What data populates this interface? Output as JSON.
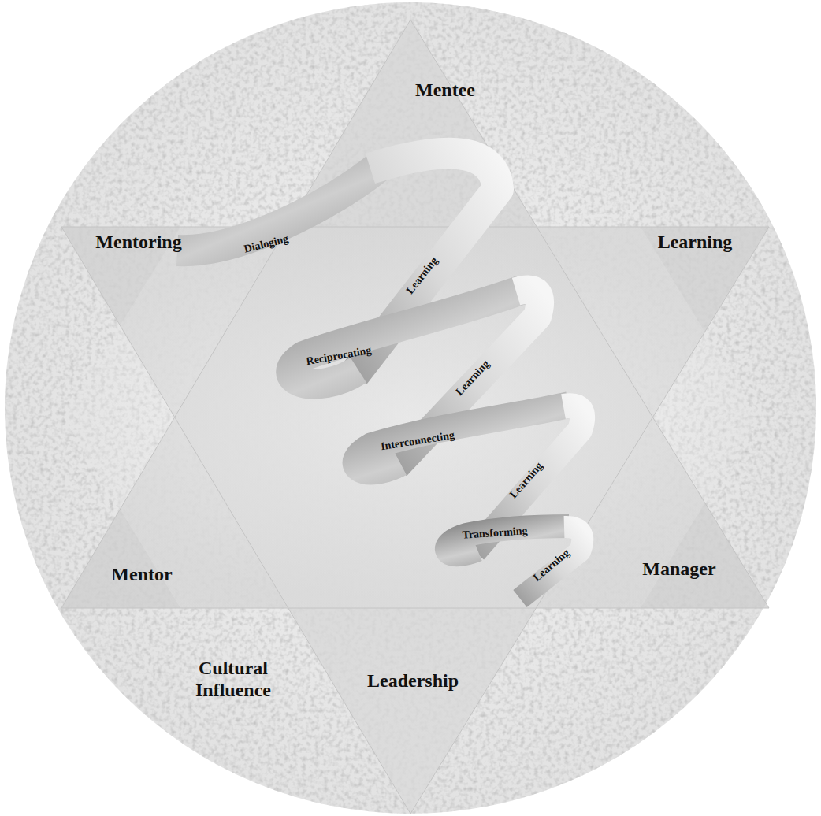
{
  "diagram": {
    "labels": [
      "Mentee",
      "Mentoring",
      "Learning",
      "Dialoging",
      "Learning",
      "Reciprocating",
      "Learning",
      "Interconnecting",
      "Learning",
      "Transforming",
      "Learning",
      "Mentor",
      "Manager",
      "Cultural Influence",
      "Leadership"
    ]
  }
}
